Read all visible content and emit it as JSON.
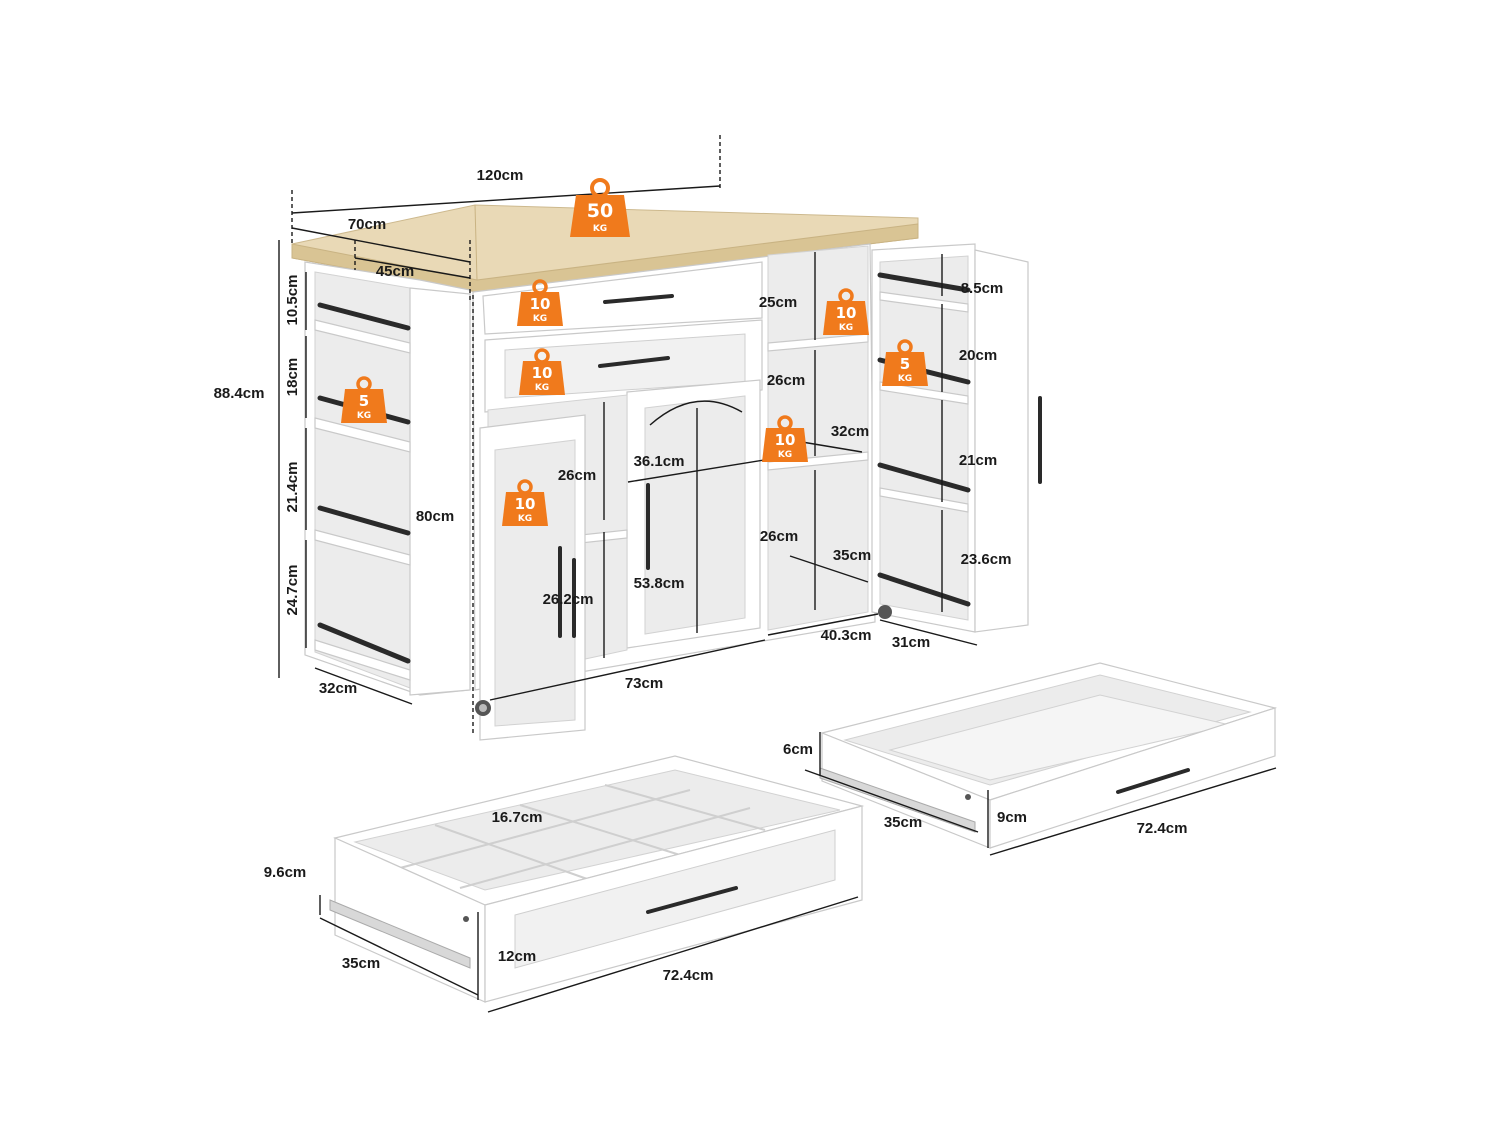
{
  "dimensions": {
    "top_width": "120cm",
    "top_depth": "70cm",
    "top_inner": "45cm",
    "total_height": "88.4cm",
    "left_10_5": "10.5cm",
    "left_18": "18cm",
    "left_21_4": "21.4cm",
    "left_24_7": "24.7cm",
    "body_height": "80cm",
    "side_depth": "32cm",
    "drawer_top_h": "25cm",
    "drawer_mid_h": "26cm",
    "cab_left_26": "26cm",
    "cab_left_26_2": "26.2cm",
    "cab_width_36_1": "36.1cm",
    "cab_height_53_8": "53.8cm",
    "cab_right_32": "32cm",
    "cab_right_26": "26cm",
    "cab_right_35": "35cm",
    "front_73": "73cm",
    "front_40_3": "40.3cm",
    "right_31": "31cm",
    "door_8_5": "8.5cm",
    "door_20": "20cm",
    "door_21": "21cm",
    "door_23_6": "23.6cm",
    "drawer1_6": "6cm",
    "drawer1_9": "9cm",
    "drawer1_35": "35cm",
    "drawer1_72_4": "72.4cm",
    "drawer2_16_7": "16.7cm",
    "drawer2_9_6": "9.6cm",
    "drawer2_12": "12cm",
    "drawer2_35": "35cm",
    "drawer2_72_4": "72.4cm"
  },
  "weights": {
    "top": {
      "num": "50",
      "unit": "KG"
    },
    "drawer_top": {
      "num": "10",
      "unit": "KG"
    },
    "drawer_mid": {
      "num": "10",
      "unit": "KG"
    },
    "left_shelf": {
      "num": "5",
      "unit": "KG"
    },
    "left_cabinet": {
      "num": "10",
      "unit": "KG"
    },
    "right_upper": {
      "num": "10",
      "unit": "KG"
    },
    "right_shelf": {
      "num": "10",
      "unit": "KG"
    },
    "door_rack": {
      "num": "5",
      "unit": "KG"
    }
  },
  "colors": {
    "badge": "#f07a1c",
    "wood": "#e9d9b6",
    "cabinet": "#ffffff",
    "ink": "#1a1a1a"
  }
}
